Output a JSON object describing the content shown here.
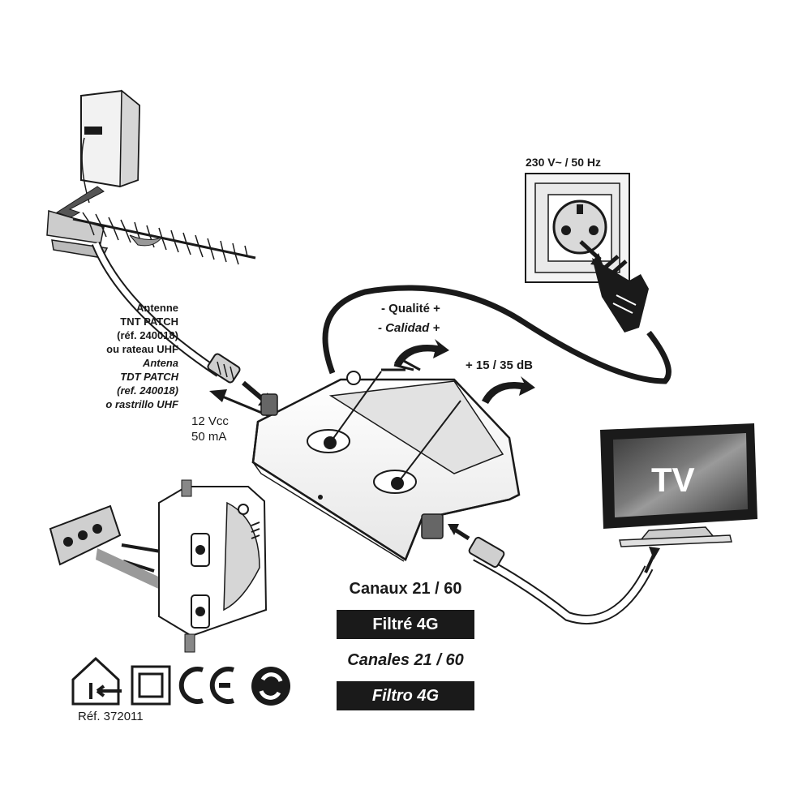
{
  "labels": {
    "antenna": {
      "fr_line1": "Antenne",
      "fr_line2": "TNT PATCH",
      "fr_line3": "(réf. 240018)",
      "fr_line4": "ou rateau UHF",
      "es_line1": "Antena",
      "es_line2": "TDT PATCH",
      "es_line3": "(ref. 240018)",
      "es_line4": "o rastrillo UHF"
    },
    "power": "230 V~ / 50 Hz",
    "quality_fr": "- Qualité +",
    "quality_es": "- Calidad +",
    "gain": "+ 15 / 35 dB",
    "supply_voltage": "12 Vcc",
    "supply_current": "50 mA",
    "tv": "TV",
    "channels_fr": "Canaux 21 / 60",
    "filter_fr": "Filtré 4G",
    "channels_es": "Canales 21 / 60",
    "filter_es": "Filtro 4G",
    "reference": "Réf. 372011"
  },
  "icons": [
    "indoor-use-icon",
    "double-insulation-icon",
    "ce-mark-icon",
    "recycling-icon"
  ],
  "colors": {
    "ink": "#1a1a1a",
    "paper": "#ffffff",
    "shade": "#d9d9d9",
    "screen": "#5a5a5a"
  }
}
